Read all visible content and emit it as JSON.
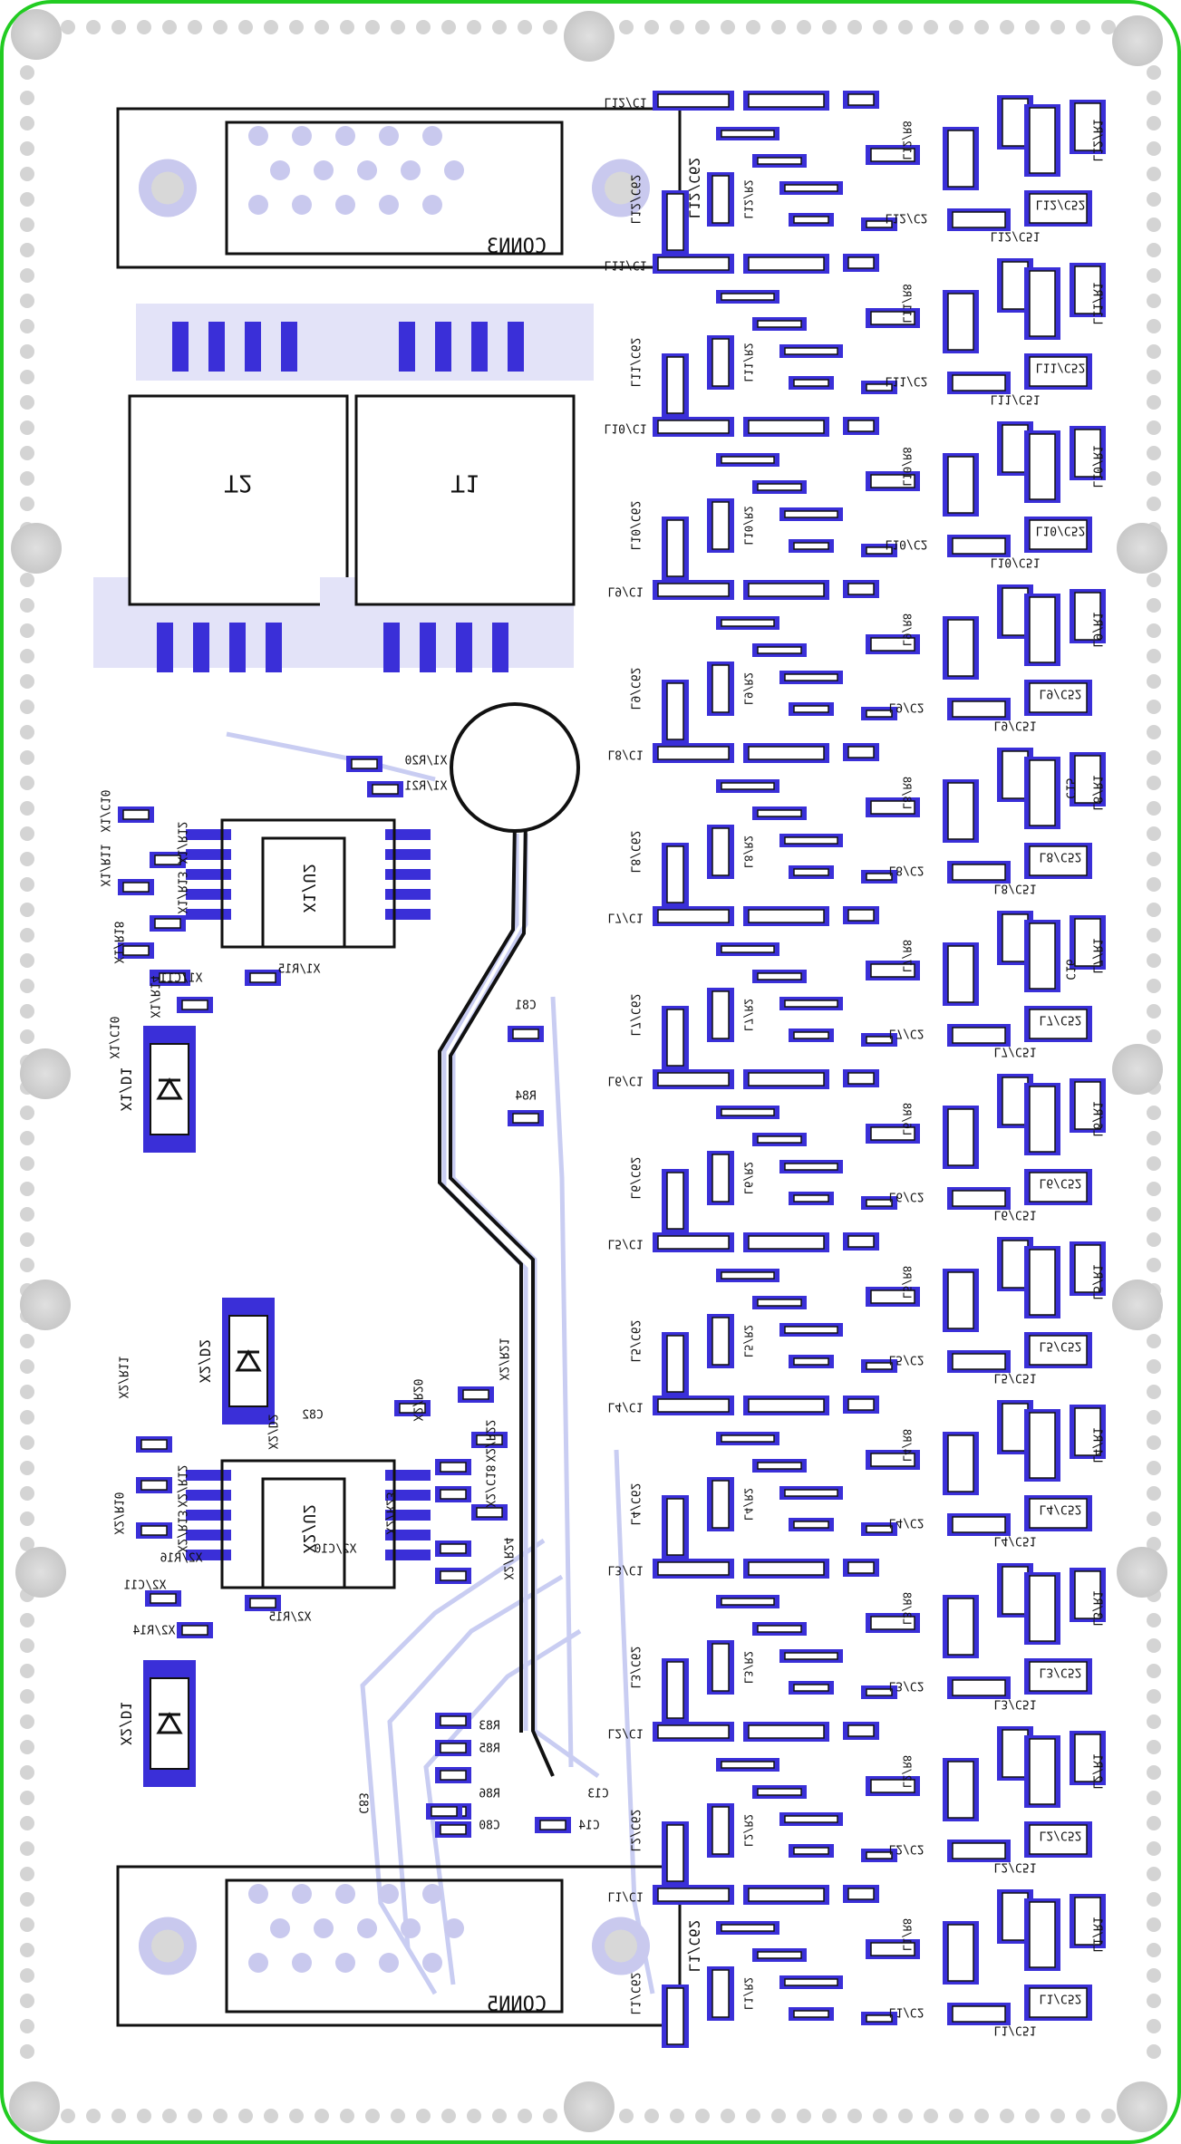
{
  "board": {
    "outline_color": "#22cc22",
    "pad_color": "#3a2fd8",
    "trace_color": "#c9cdf2",
    "silk_color": "#111111",
    "hole_color": "#d4d4d4"
  },
  "connectors": [
    {
      "ref": "CONN3",
      "label": "CONN3",
      "designator": "L12/C62"
    },
    {
      "ref": "CONN5",
      "label": "CONN5",
      "designator": "L1/C62"
    }
  ],
  "transformers": [
    {
      "ref": "T1",
      "label": "T1"
    },
    {
      "ref": "T2",
      "label": "T2"
    }
  ],
  "ics": [
    {
      "ref": "X1/U2",
      "label": "X1/U2"
    },
    {
      "ref": "X2/U2",
      "label": "X2/U2"
    }
  ],
  "diodes": [
    {
      "ref": "X1/D1",
      "label": "X1/D1"
    },
    {
      "ref": "X2/D1",
      "label": "X2/D1"
    },
    {
      "ref": "X2/D2",
      "label": "X2/D2"
    }
  ],
  "channels": [
    {
      "name": "L12",
      "labels": [
        "L12/C1",
        "L12/R1",
        "L12/C2",
        "L12/R8",
        "L12/C62",
        "L12/C51",
        "L12/C52",
        "L12/R2"
      ]
    },
    {
      "name": "L11",
      "labels": [
        "L11/C1",
        "L11/R1",
        "L11/C2",
        "L11/R8",
        "L11/C62",
        "L11/C51",
        "L11/C52",
        "L11/R2"
      ]
    },
    {
      "name": "L10",
      "labels": [
        "L10/C1",
        "L10/R1",
        "L10/C2",
        "L10/R8",
        "L10/C62",
        "L10/C51",
        "L10/C52",
        "L10/R2"
      ]
    },
    {
      "name": "L9",
      "labels": [
        "L9/C1",
        "L9/R1",
        "L9/C2",
        "L9/R8",
        "L9/C62",
        "L9/C51",
        "L9/C52",
        "L9/R2"
      ]
    },
    {
      "name": "L8",
      "labels": [
        "L8/C1",
        "L8/R1",
        "L8/C2",
        "L8/R8",
        "L8/C62",
        "L8/C51",
        "L8/C52",
        "L8/R2"
      ]
    },
    {
      "name": "L7",
      "labels": [
        "L7/C1",
        "L7/R1",
        "L7/C2",
        "L7/R8",
        "L7/C62",
        "L7/C51",
        "L7/C52",
        "L7/R2"
      ]
    },
    {
      "name": "L6",
      "labels": [
        "L6/C1",
        "L6/R1",
        "L6/C2",
        "L6/R8",
        "L6/C62",
        "L6/C51",
        "L6/C52",
        "L6/R2"
      ]
    },
    {
      "name": "L5",
      "labels": [
        "L5/C1",
        "L5/R1",
        "L5/C2",
        "L5/R8",
        "L5/C62",
        "L5/C51",
        "L5/C52",
        "L5/R2"
      ]
    },
    {
      "name": "L4",
      "labels": [
        "L4/C1",
        "L4/R1",
        "L4/C2",
        "L4/R8",
        "L4/C62",
        "L4/C51",
        "L4/C52",
        "L4/R2"
      ]
    },
    {
      "name": "L3",
      "labels": [
        "L3/C1",
        "L3/R1",
        "L3/C2",
        "L3/R8",
        "L3/C62",
        "L3/C51",
        "L3/C52",
        "L3/R2"
      ]
    },
    {
      "name": "L2",
      "labels": [
        "L2/C1",
        "L2/R1",
        "L2/C2",
        "L2/R8",
        "L2/C62",
        "L2/C51",
        "L2/C52",
        "L2/R2"
      ]
    },
    {
      "name": "L1",
      "labels": [
        "L1/C1",
        "L1/R1",
        "L1/C2",
        "L1/R8",
        "L1/C62",
        "L1/C51",
        "L1/C52",
        "L1/R2"
      ]
    }
  ],
  "misc_labels": [
    "X1/R20",
    "X1/R21",
    "X1/C10",
    "X1/R11",
    "X1/R12",
    "X1/R13",
    "X1/R18",
    "X1/C11",
    "X1/R15",
    "X1/R14",
    "X1/C10",
    "X2/R20",
    "X2/R21",
    "X2/R22",
    "X2/C18",
    "X2/R24",
    "X2/R23",
    "X2/R12",
    "X2/R11",
    "X2/R10",
    "X2/R13",
    "X2/R16",
    "X2/C11",
    "X2/R14",
    "X2/R15",
    "X2/C10",
    "X2/D2",
    "C82",
    "C81",
    "R84",
    "R83",
    "R85",
    "C83",
    "R86",
    "C80",
    "C13",
    "C14",
    "C15",
    "C16"
  ]
}
